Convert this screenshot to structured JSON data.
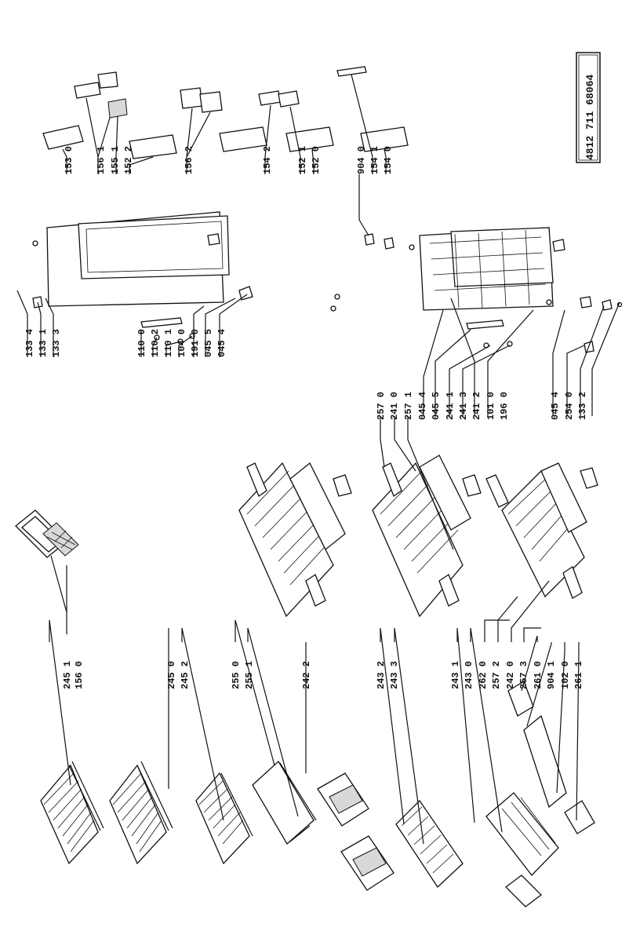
{
  "part_number": "4812 711 68064",
  "labels": [
    [
      "245 1",
      "156 0"
    ],
    [
      "245 0",
      "245 2",
      "255 0",
      "255 1"
    ],
    [
      "242 2"
    ],
    [
      "243 2",
      "243 3"
    ],
    [
      "243 1",
      "243 0",
      "262 0",
      "257 2",
      "242 0",
      "257 3",
      "261 0",
      "904 1",
      "102 0",
      "261 1"
    ],
    [
      "257 0",
      "241 0",
      "257 1",
      "045 4",
      "045 5",
      "241 1",
      "241 3",
      "241 2",
      "101 0",
      "196 0",
      "045 4",
      "254 0",
      "133 2"
    ],
    [
      "133 4",
      "133 1",
      "133 3"
    ],
    [
      "110 0",
      "110 2",
      "110 1",
      "104 0",
      "191 0",
      "045 5",
      "045 4"
    ],
    [
      "153 0",
      "156 1",
      "155 1",
      "152 2",
      "156 2"
    ],
    [
      "154 2",
      "152 1",
      "152 0"
    ],
    [
      "904 0",
      "154 1",
      "154 0"
    ]
  ]
}
